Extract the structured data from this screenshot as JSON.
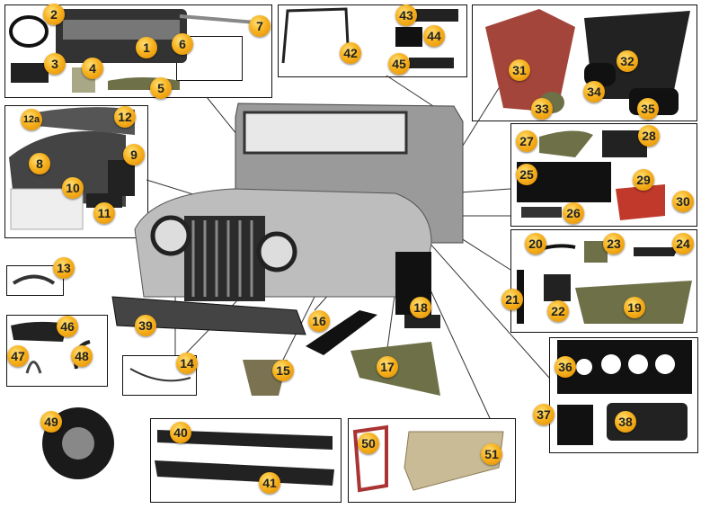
{
  "title": "Jeep Body Parts Diagram",
  "badges": [
    "1",
    "2",
    "3",
    "4",
    "5",
    "6",
    "7",
    "8",
    "9",
    "10",
    "11",
    "12",
    "12a",
    "13",
    "14",
    "15",
    "16",
    "17",
    "18",
    "19",
    "20",
    "21",
    "22",
    "23",
    "24",
    "25",
    "26",
    "27",
    "28",
    "29",
    "30",
    "31",
    "32",
    "33",
    "34",
    "35",
    "36",
    "37",
    "38",
    "39",
    "40",
    "41",
    "42",
    "43",
    "44",
    "45",
    "46",
    "47",
    "48",
    "49",
    "50",
    "51"
  ],
  "colors": {
    "badge": "#f7b21f",
    "floor_pan": "#a3453a",
    "seat_red": "#c0392b",
    "olive": "#6e7048",
    "metal": "#2a2a2a"
  }
}
